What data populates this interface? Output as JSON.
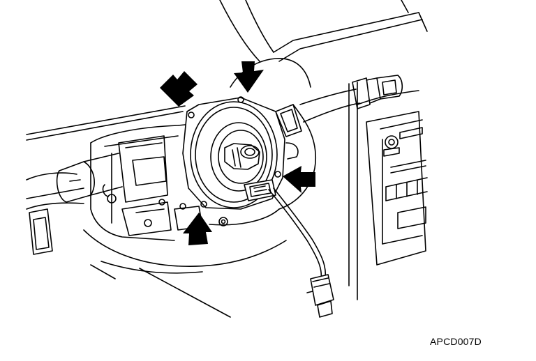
{
  "figure": {
    "code": "APCD007D",
    "line_color": "#000000",
    "fill_color": "#ffffff"
  },
  "callout_arrows": [
    {
      "icon": "arrow-icon",
      "points_to": "clockspring-mount-top-left"
    },
    {
      "icon": "arrow-icon",
      "points_to": "clockspring-mount-top-right"
    },
    {
      "icon": "arrow-icon",
      "points_to": "clockspring-mount-right"
    },
    {
      "icon": "arrow-icon",
      "points_to": "clockspring-mount-bottom-left"
    }
  ]
}
